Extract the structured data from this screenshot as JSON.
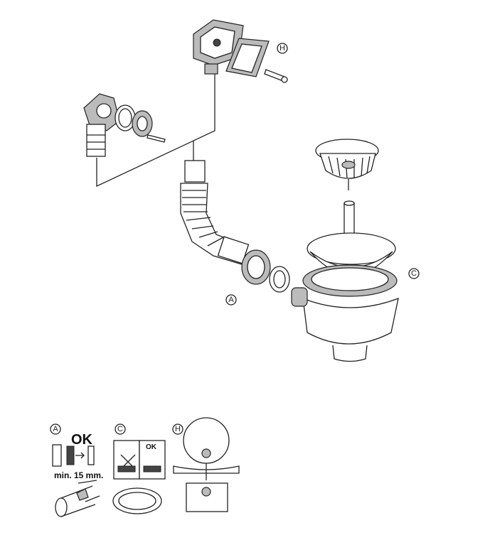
{
  "labels": {
    "overflow_cover": "H",
    "siphon": "A",
    "strainer": "C"
  },
  "detail_panels": {
    "a": {
      "label": "A",
      "ok": "OK",
      "min_text": "min. 15 mm."
    },
    "c": {
      "label": "C",
      "ok": "OK"
    },
    "h": {
      "label": "H"
    }
  }
}
